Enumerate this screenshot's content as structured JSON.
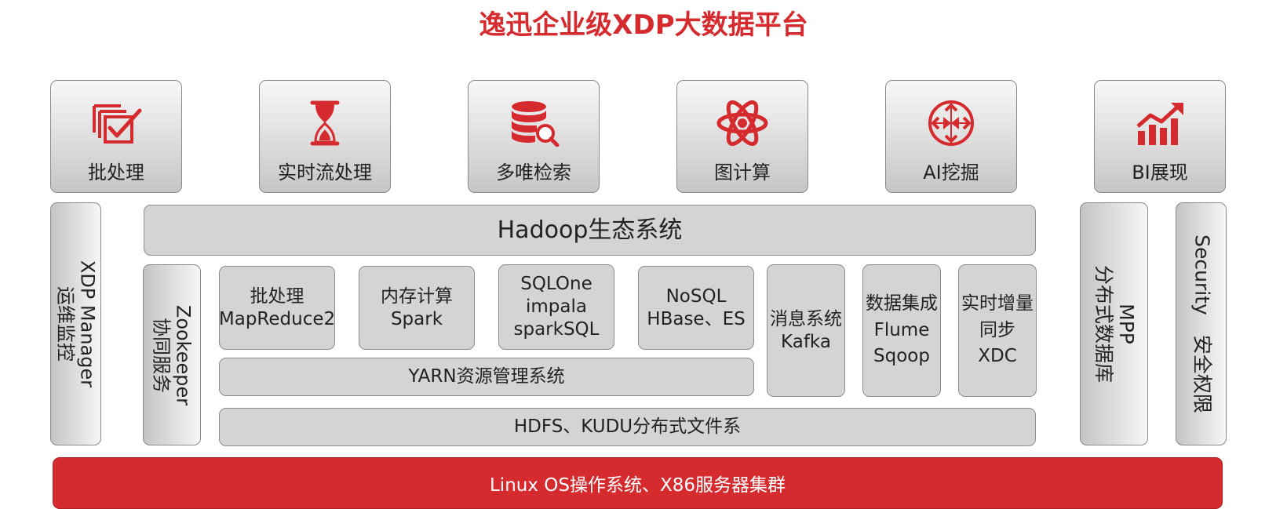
{
  "title": "逸迅企业级XDP大数据平台",
  "colors": {
    "accent": "#d52b2f",
    "box_fill": "#d4d4d2",
    "border": "#8a8a8a"
  },
  "top_modules": [
    {
      "label": "批处理",
      "icon": "batch-check-icon"
    },
    {
      "label": "实时流处理",
      "icon": "hourglass-icon"
    },
    {
      "label": "多唯检索",
      "icon": "database-search-icon"
    },
    {
      "label": "图计算",
      "icon": "atom-icon"
    },
    {
      "label": "AI挖掘",
      "icon": "compass-arrows-icon"
    },
    {
      "label": "BI展现",
      "icon": "bar-chart-up-icon"
    }
  ],
  "left_panel": {
    "line1": "XDP Manager",
    "line2": "运维监控"
  },
  "hadoop": {
    "label": "Hadoop生态系统"
  },
  "zookeeper": {
    "line1": "Zookeeper",
    "line2": "协同服务"
  },
  "components": [
    {
      "line1": "批处理",
      "line2": "MapReduce2"
    },
    {
      "line1": "内存计算",
      "line2": "Spark"
    },
    {
      "line1": "SQLOne",
      "line2": "impala",
      "line3": "sparkSQL"
    },
    {
      "line1": "NoSQL",
      "line2": "HBase、ES"
    }
  ],
  "kafka": {
    "line1": "消息系统",
    "line2": "Kafka"
  },
  "flume": {
    "line1": "数据集成",
    "line2": "Flume",
    "line3": "Sqoop"
  },
  "xdc": {
    "line1": "实时增量",
    "line2": "同步",
    "line3": "XDC"
  },
  "yarn": {
    "label": "YARN资源管理系统"
  },
  "hdfs": {
    "label": "HDFS、KUDU分布式文件系"
  },
  "mpp": {
    "line1": "MPP",
    "line2": "分布式数据库"
  },
  "security": {
    "label": "Security　安全权限"
  },
  "base": {
    "label": "Linux OS操作系统、X86服务器集群"
  }
}
